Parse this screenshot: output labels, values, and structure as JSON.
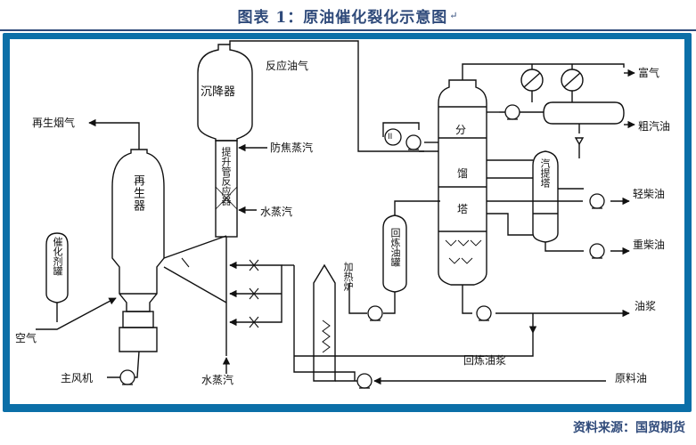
{
  "title": "图表 1：原油催化裂化示意图",
  "title_mark": "↵",
  "source": "资料来源：国贸期货",
  "diagram": {
    "settler_label": "沉降器",
    "riser_label": "提升管反应器",
    "regenerator_label": "再生器",
    "catalyst_tank_label": "催化剂罐",
    "fractionator_top": "分",
    "fractionator_mid1": "馏",
    "fractionator_mid2": "塔",
    "stripper_label": "汽提塔",
    "recycle_tank_label": "回炼油罐",
    "furnace_label": "加热炉",
    "labels": {
      "reaction_oil_gas": "反应油气",
      "flue_gas": "再生烟气",
      "anti_coking_steam": "防焦蒸汽",
      "steam_mid": "水蒸汽",
      "steam_bottom": "水蒸汽",
      "air": "空气",
      "main_blower": "主风机",
      "rich_gas": "富气",
      "crude_gasoline": "粗汽油",
      "light_diesel": "轻柴油",
      "heavy_diesel": "重柴油",
      "slurry": "油浆",
      "recycle_slurry": "回炼油浆",
      "feed_oil": "原料油",
      "pump_mark": "II"
    }
  }
}
